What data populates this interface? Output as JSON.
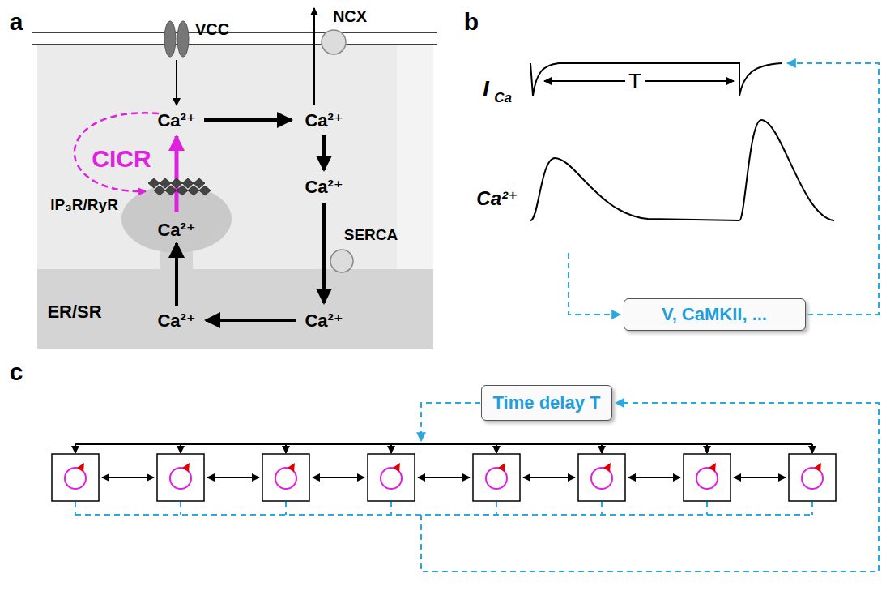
{
  "diagram": {
    "nodes": [
      {
        "text": [
          "V, CaMKII, ..."
        ]
      },
      {
        "text": [
          "Time delay T"
        ]
      }
    ],
    "labels": [
      "a",
      "b",
      "c",
      "VCC",
      "NCX",
      "Ca²⁺",
      "CICR",
      "Ca²⁺",
      "Ca²⁺",
      "IP₃R/RyR",
      "Ca²⁺",
      "SERCA",
      "ER/SR",
      "Ca²⁺",
      "Ca²⁺",
      "I",
      "Ca",
      "T",
      "Ca²⁺"
    ]
  }
}
